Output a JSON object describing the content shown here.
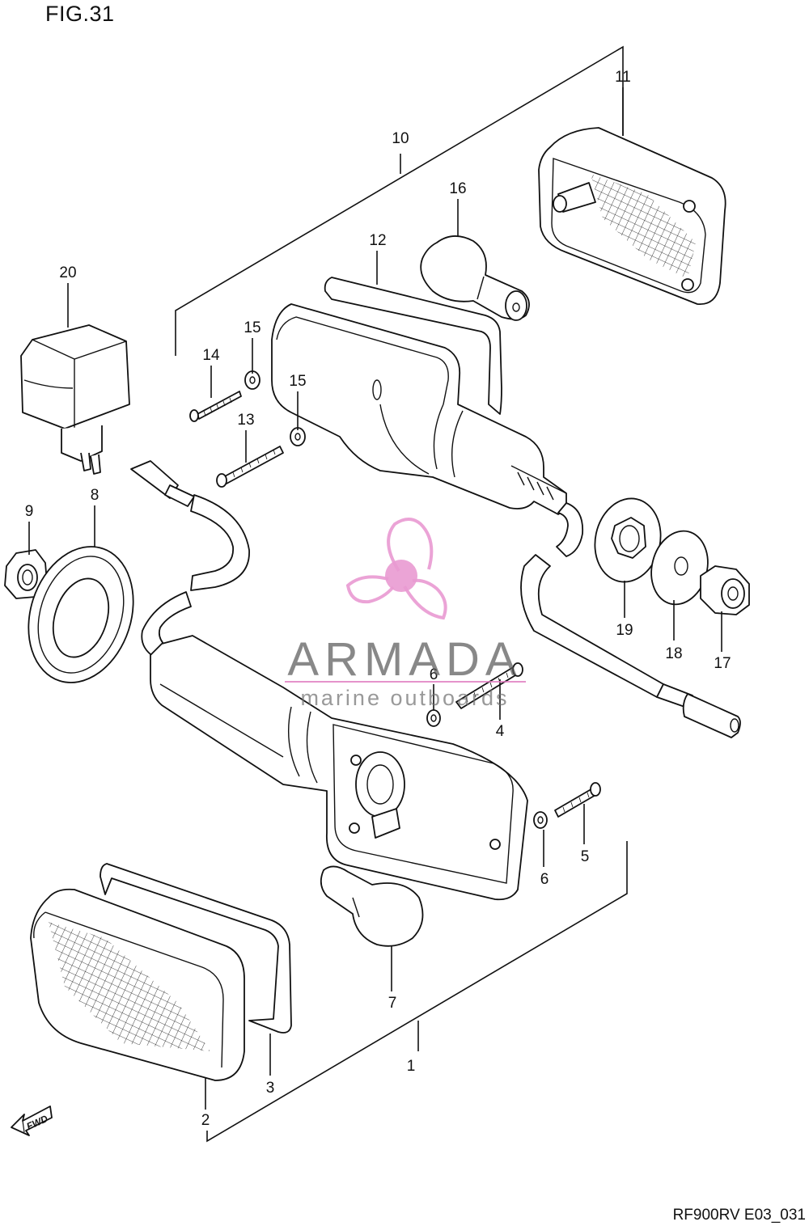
{
  "figure": {
    "title": "FIG.31",
    "code": "RF900RV E03_031"
  },
  "watermark": {
    "brand": "ARMADA",
    "tagline": "marine outboards",
    "accent_color": "#e99ad2"
  },
  "direction_badge": "FWD",
  "parts": [
    {
      "ref": "1"
    },
    {
      "ref": "2"
    },
    {
      "ref": "3"
    },
    {
      "ref": "4"
    },
    {
      "ref": "5"
    },
    {
      "ref": "6"
    },
    {
      "ref": "6"
    },
    {
      "ref": "6"
    },
    {
      "ref": "7"
    },
    {
      "ref": "8"
    },
    {
      "ref": "9"
    },
    {
      "ref": "10"
    },
    {
      "ref": "11"
    },
    {
      "ref": "12"
    },
    {
      "ref": "13"
    },
    {
      "ref": "14"
    },
    {
      "ref": "15"
    },
    {
      "ref": "15"
    },
    {
      "ref": "16"
    },
    {
      "ref": "17"
    },
    {
      "ref": "18"
    },
    {
      "ref": "19"
    },
    {
      "ref": "20"
    }
  ]
}
